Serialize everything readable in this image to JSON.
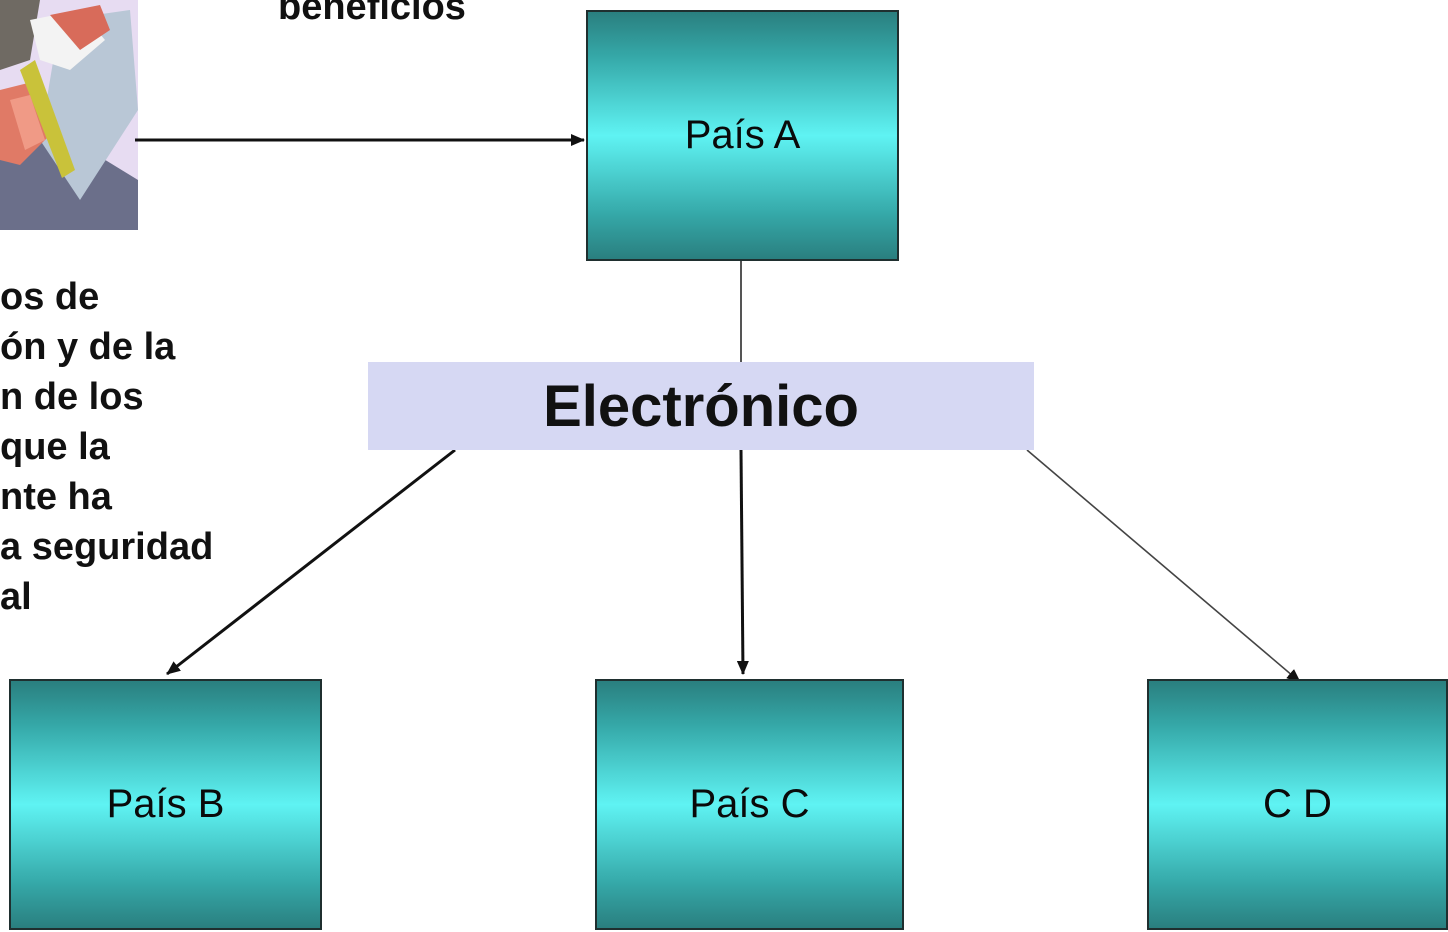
{
  "header_fragment": "beneficios",
  "side_text_lines": [
    "os de",
    "ón y de la",
    "n de los",
    "que la",
    "nte ha",
    "a seguridad",
    "al"
  ],
  "hub": {
    "label": "Electrónico"
  },
  "countries": {
    "a": "País A",
    "b": "País B",
    "c": "País C",
    "d": "C D"
  },
  "colors": {
    "box_top": "#2a7f7f",
    "box_mid": "#5ff3f3",
    "hub_bg": "#d6d8f3",
    "line": "#111111"
  },
  "icons": {
    "clipart": "person-with-document-clipart-icon"
  }
}
